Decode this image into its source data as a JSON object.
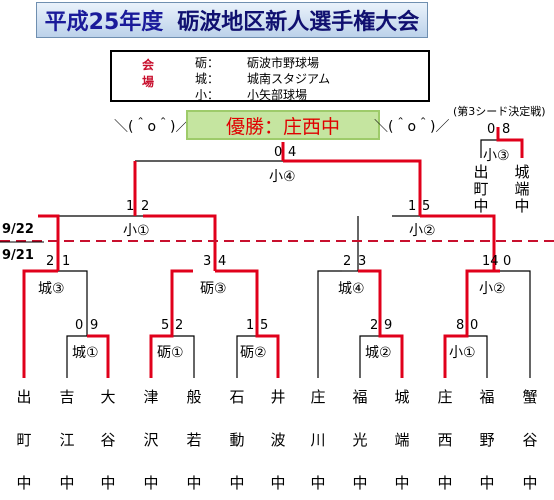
{
  "header": {
    "title_year": "平成25年度",
    "title_name": "砺波地区新人選手権大会"
  },
  "venues": {
    "key1": "会",
    "key2": "場",
    "rows": [
      {
        "abbr": "砺：",
        "name": "砺波市野球場"
      },
      {
        "abbr": "城：",
        "name": "城南スタジアム"
      },
      {
        "abbr": "小：",
        "name": "小矢部球場"
      }
    ]
  },
  "champion": {
    "label": "優勝：庄西中"
  },
  "decor": {
    "face_left": "＼(＾o＾)／",
    "face_right": "＼(＾o＾)／"
  },
  "third_seed": {
    "note": "(第3シード決定戦)",
    "match": "小③",
    "scores": [
      "0",
      "8"
    ],
    "teams": [
      [
        "出",
        "町",
        "中"
      ],
      [
        "城",
        "端",
        "中"
      ]
    ]
  },
  "dates": {
    "upper": "9/22",
    "lower": "9/21"
  },
  "final": {
    "match": "小④",
    "scores": [
      "0",
      "4"
    ]
  },
  "semis": [
    {
      "match": "小①",
      "scores": [
        "1",
        "2"
      ]
    },
    {
      "match": "小②",
      "scores": [
        "1",
        "5"
      ]
    }
  ],
  "quarters": [
    {
      "match": "城③",
      "scores": [
        "2",
        "1"
      ]
    },
    {
      "match": "砺③",
      "scores": [
        "3",
        "4"
      ]
    },
    {
      "match": "城④",
      "scores": [
        "2",
        "3"
      ]
    },
    {
      "match": "小②",
      "scores": [
        "14",
        "0"
      ]
    }
  ],
  "first_round": [
    {
      "match": "城①",
      "scores": [
        "0",
        "9"
      ]
    },
    {
      "match": "砺①",
      "scores": [
        "5",
        "2"
      ]
    },
    {
      "match": "砺②",
      "scores": [
        "1",
        "5"
      ]
    },
    {
      "match": "城②",
      "scores": [
        "2",
        "9"
      ]
    },
    {
      "match": "小①",
      "scores": [
        "8",
        "0"
      ]
    }
  ],
  "teams": [
    [
      "出",
      "町",
      "中"
    ],
    [
      "吉",
      "江",
      "中"
    ],
    [
      "大",
      "谷",
      "中"
    ],
    [
      "津",
      "沢",
      "中"
    ],
    [
      "般",
      "若",
      "中"
    ],
    [
      "石",
      "動",
      "中"
    ],
    [
      "井",
      "波",
      "中"
    ],
    [
      "庄",
      "川",
      "中"
    ],
    [
      "福",
      "光",
      "中"
    ],
    [
      "城",
      "端",
      "中"
    ],
    [
      "庄",
      "西",
      "中"
    ],
    [
      "福",
      "野",
      "中"
    ],
    [
      "蟹",
      "谷",
      "中"
    ]
  ],
  "colors": {
    "win": "#e0001b",
    "lose": "#000000",
    "date_line": "#c8102e"
  }
}
